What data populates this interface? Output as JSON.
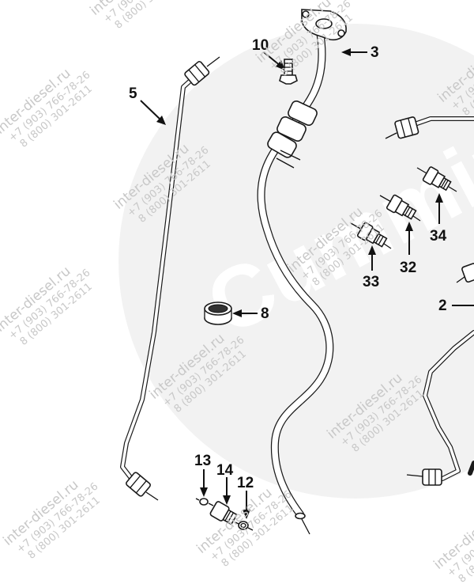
{
  "diagram": {
    "brand_watermark": "Cummins",
    "watermarks": [
      {
        "site": "inter-diesel.ru",
        "phone1": "+7 (903) 766-78-26",
        "phone2": "8 (800) 301-2611"
      }
    ],
    "callouts": [
      {
        "id": "label-3",
        "text": "3"
      },
      {
        "id": "label-10",
        "text": "10"
      },
      {
        "id": "label-5",
        "text": "5"
      },
      {
        "id": "label-8",
        "text": "8"
      },
      {
        "id": "label-34",
        "text": "34"
      },
      {
        "id": "label-32",
        "text": "32"
      },
      {
        "id": "label-33",
        "text": "33"
      },
      {
        "id": "label-2",
        "text": "2"
      },
      {
        "id": "label-13",
        "text": "13"
      },
      {
        "id": "label-14",
        "text": "14"
      },
      {
        "id": "label-12",
        "text": "12"
      }
    ]
  }
}
